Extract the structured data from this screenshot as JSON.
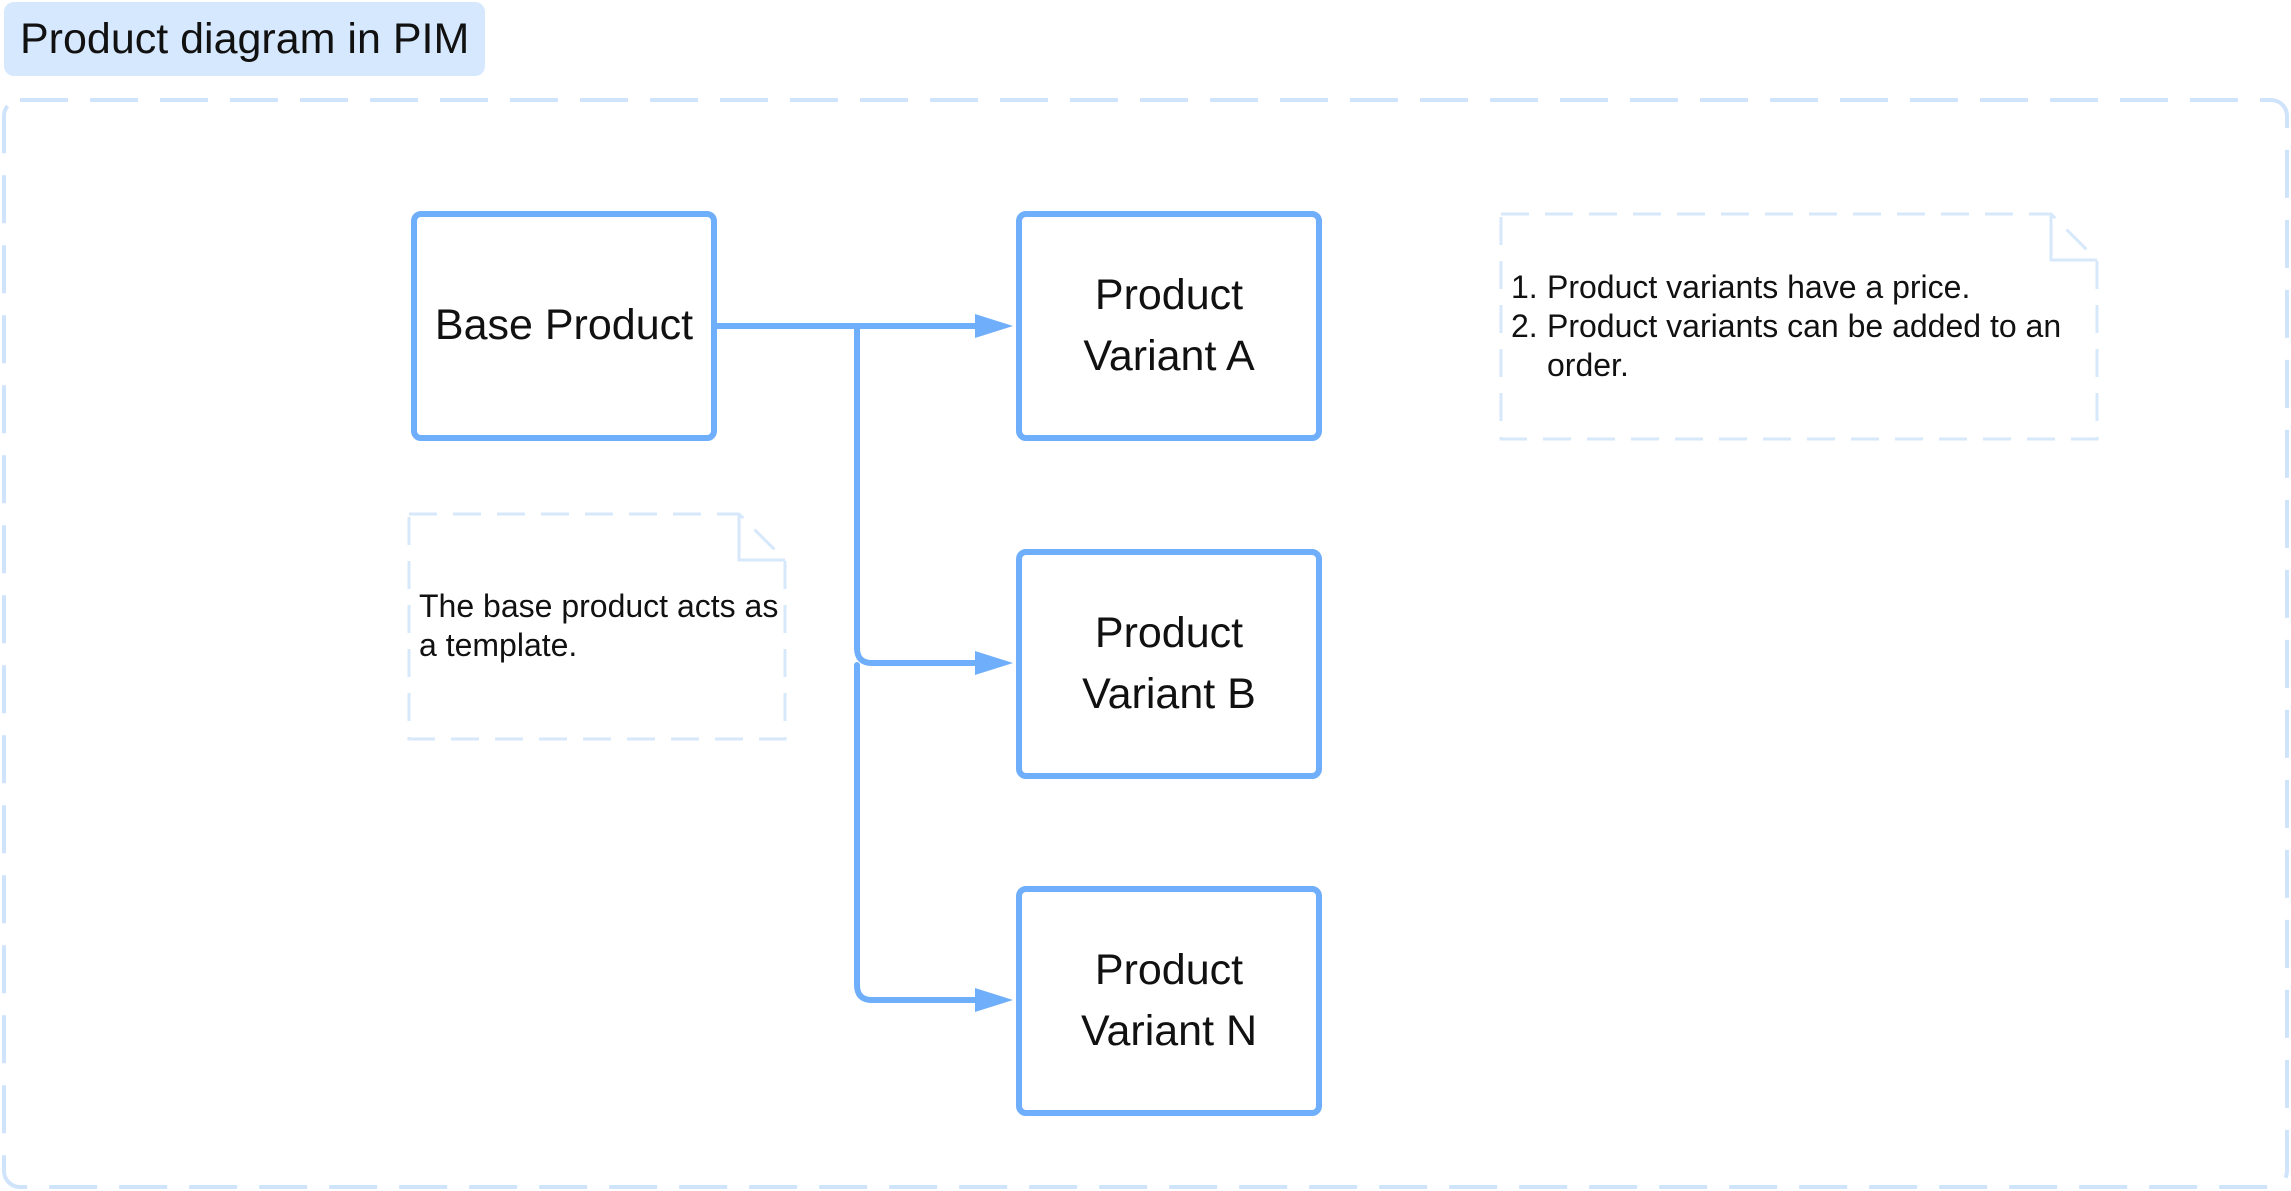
{
  "frame": {
    "title": "Product diagram in PIM"
  },
  "nodes": {
    "base": {
      "label": "Base Product"
    },
    "variant_a": {
      "label": "Product Variant A"
    },
    "variant_b": {
      "label": "Product Variant B"
    },
    "variant_n": {
      "label": "Product Variant N"
    }
  },
  "notes": {
    "base_note": {
      "text": "The base product acts as a template."
    },
    "variants_note": {
      "items": [
        {
          "number": "1.",
          "text": "Product variants have a price."
        },
        {
          "number": "2.",
          "text": "Product variants can be added to an order."
        }
      ]
    }
  },
  "colors": {
    "accent": "#6eaefb",
    "frame_dash": "#cfe3fb",
    "title_bg": "#d6e8fd",
    "note_dash": "#d7e8fb"
  }
}
